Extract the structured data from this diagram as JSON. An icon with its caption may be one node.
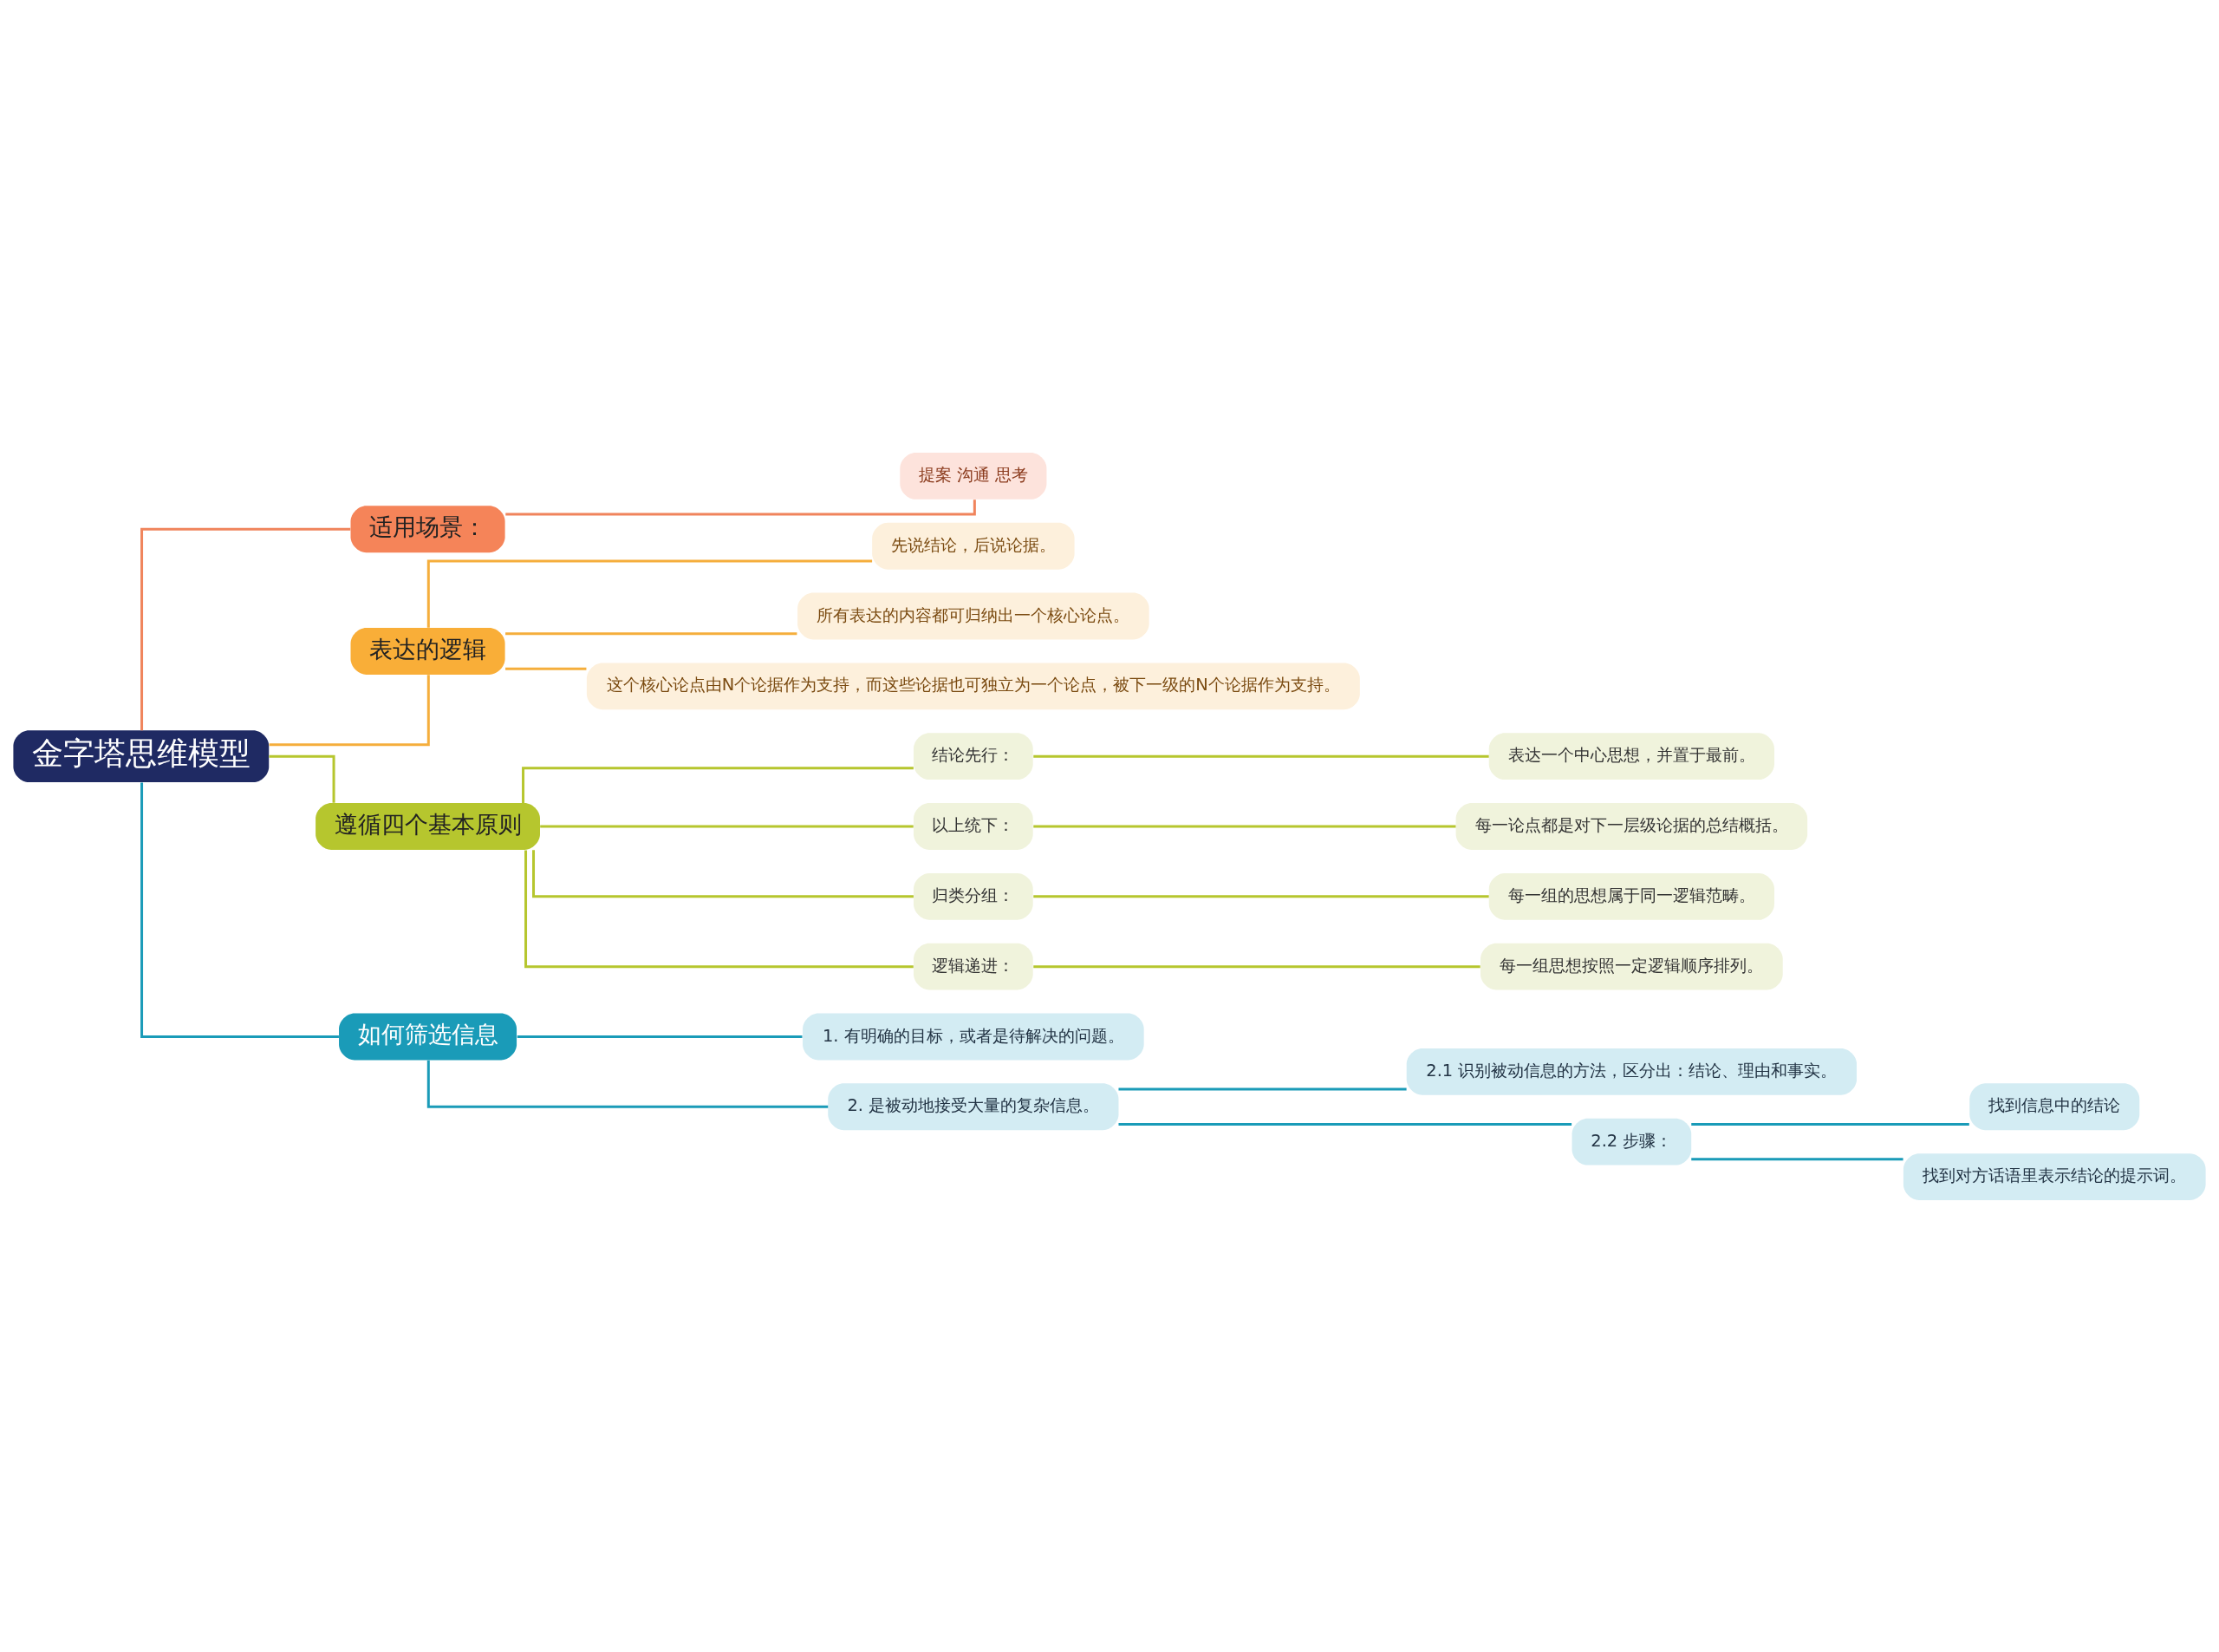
{
  "diagram": {
    "nodes": [
      {
        "text": [
          "金字塔思维模型"
        ]
      },
      {
        "text": [
          "适用场景："
        ]
      },
      {
        "text": [
          "提案 沟通 思考"
        ]
      },
      {
        "text": [
          "表达的逻辑"
        ]
      },
      {
        "text": [
          "先说结论，后说论据。"
        ]
      },
      {
        "text": [
          "所有表达的内容都可归纳出一个核心论点。"
        ]
      },
      {
        "text": [
          "这个核心论点由N个论据作为支持，而这些论据也可独立为一个论点，被下一级的N个论据作为支持。"
        ]
      },
      {
        "text": [
          "遵循四个基本原则"
        ]
      },
      {
        "text": [
          "结论先行："
        ]
      },
      {
        "text": [
          "表达一个中心思想，并置于最前。"
        ]
      },
      {
        "text": [
          "以上统下："
        ]
      },
      {
        "text": [
          "每一论点都是对下一层级论据的总结概括。"
        ]
      },
      {
        "text": [
          "归类分组："
        ]
      },
      {
        "text": [
          "每一组的思想属于同一逻辑范畴。"
        ]
      },
      {
        "text": [
          "逻辑递进："
        ]
      },
      {
        "text": [
          "每一组思想按照一定逻辑顺序排列。"
        ]
      },
      {
        "text": [
          "如何筛选信息"
        ]
      },
      {
        "text": [
          "1. 有明确的目标，或者是待解决的问题。"
        ]
      },
      {
        "text": [
          "2. 是被动地接受大量的复杂信息。"
        ]
      },
      {
        "text": [
          "2.1 识别被动信息的方法，区分出：结论、理由和事实。"
        ]
      },
      {
        "text": [
          "2.2 步骤："
        ]
      },
      {
        "text": [
          "找到信息中的结论"
        ]
      },
      {
        "text": [
          "找到对方话语里表示结论的提示词。"
        ]
      }
    ],
    "edges": [
      {
        "from": 0,
        "to": 1,
        "arrow": "none",
        "color": "#f0845c"
      },
      {
        "from": 1,
        "to": 2,
        "arrow": "none",
        "color": "#f0845c"
      },
      {
        "from": 0,
        "to": 3,
        "arrow": "none",
        "color": "#f5ae3c"
      },
      {
        "from": 3,
        "to": 4,
        "arrow": "none",
        "color": "#f5ae3c"
      },
      {
        "from": 3,
        "to": 5,
        "arrow": "none",
        "color": "#f5ae3c"
      },
      {
        "from": 3,
        "to": 6,
        "arrow": "none",
        "color": "#f5ae3c"
      },
      {
        "from": 0,
        "to": 7,
        "arrow": "none"
      },
      {
        "from": 7,
        "to": 8,
        "arrow": "none"
      },
      {
        "from": 8,
        "to": 9,
        "arrow": "none"
      },
      {
        "from": 7,
        "to": 10,
        "arrow": "none"
      },
      {
        "from": 10,
        "to": 11,
        "arrow": "none"
      },
      {
        "from": 7,
        "to": 12,
        "arrow": "none"
      },
      {
        "from": 12,
        "to": 13,
        "arrow": "none"
      },
      {
        "from": 7,
        "to": 14,
        "arrow": "none"
      },
      {
        "from": 14,
        "to": 15,
        "arrow": "none"
      },
      {
        "from": 0,
        "to": 16,
        "arrow": "none",
        "color": "#1a9bb8"
      },
      {
        "from": 16,
        "to": 17,
        "arrow": "none",
        "color": "#1a9bb8"
      },
      {
        "from": 16,
        "to": 18,
        "arrow": "none",
        "color": "#1a9bb8"
      },
      {
        "from": 18,
        "to": 19,
        "arrow": "none",
        "color": "#1a9bb8"
      },
      {
        "from": 18,
        "to": 20,
        "arrow": "none",
        "color": "#1a9bb8"
      },
      {
        "from": 20,
        "to": 21,
        "arrow": "none",
        "color": "#1a9bb8"
      },
      {
        "from": 20,
        "to": 22,
        "arrow": "none",
        "color": "#1a9bb8"
      }
    ]
  }
}
